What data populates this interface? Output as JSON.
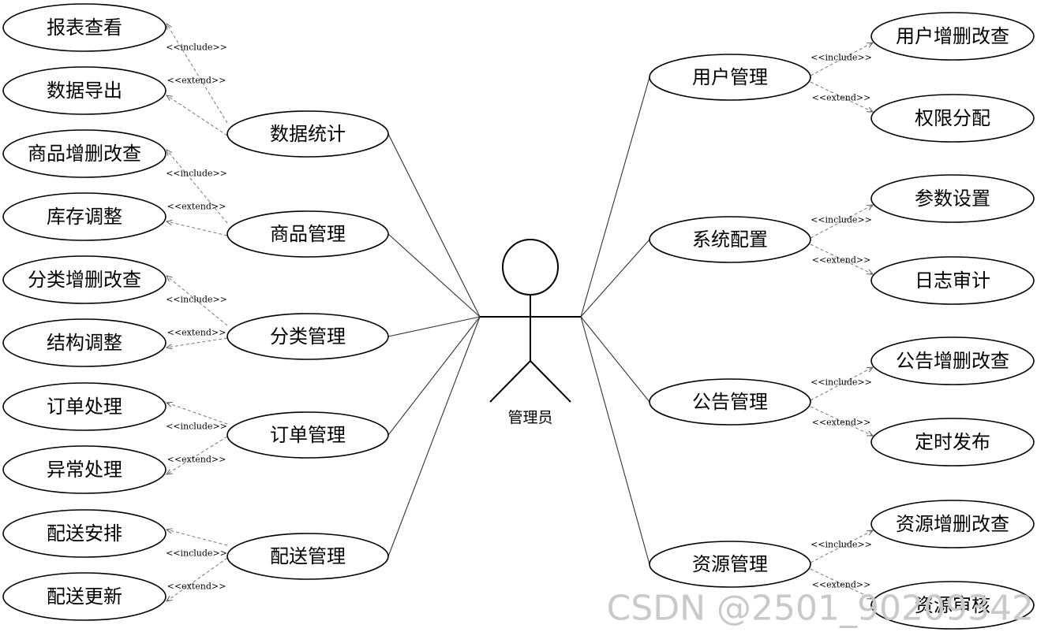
{
  "actor": {
    "label": "管理员"
  },
  "left_groups": [
    {
      "main": "数据统计",
      "subs": [
        "报表查看",
        "数据导出"
      ],
      "include": "<<include>>",
      "extend": "<<extend>>"
    },
    {
      "main": "商品管理",
      "subs": [
        "商品增删改查",
        "库存调整"
      ],
      "include": "<<include>>",
      "extend": "<<extend>>"
    },
    {
      "main": "分类管理",
      "subs": [
        "分类增删改查",
        "结构调整"
      ],
      "include": "<<include>>",
      "extend": "<<extend>>"
    },
    {
      "main": "订单管理",
      "subs": [
        "订单处理",
        "异常处理"
      ],
      "include": "<<include>>",
      "extend": "<<extend>>"
    },
    {
      "main": "配送管理",
      "subs": [
        "配送安排",
        "配送更新"
      ],
      "include": "<<include>>",
      "extend": "<<extend>>"
    }
  ],
  "right_groups": [
    {
      "main": "用户管理",
      "subs": [
        "用户增删改查",
        "权限分配"
      ],
      "include": "<<include>>",
      "extend": "<<extend>>"
    },
    {
      "main": "系统配置",
      "subs": [
        "参数设置",
        "日志审计"
      ],
      "include": "<<include>>",
      "extend": "<<extend>>"
    },
    {
      "main": "公告管理",
      "subs": [
        "公告增删改查",
        "定时发布"
      ],
      "include": "<<include>>",
      "extend": "<<extend>>"
    },
    {
      "main": "资源管理",
      "subs": [
        "资源增删改查",
        "资源审核"
      ],
      "include": "<<include>>",
      "extend": "<<extend>>"
    }
  ],
  "watermark": "CSDN @2501_90209342"
}
